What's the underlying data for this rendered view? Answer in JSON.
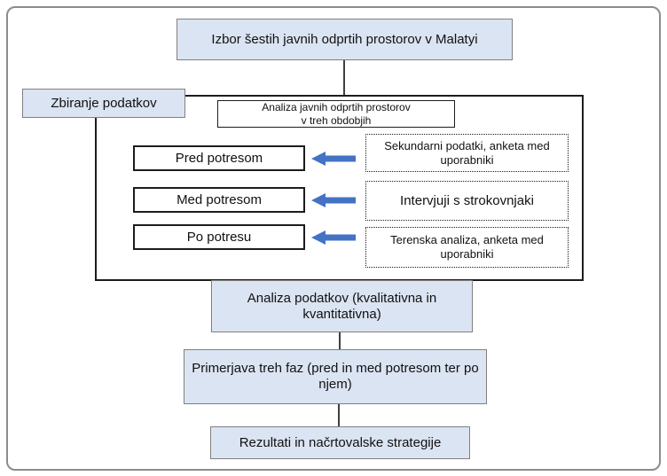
{
  "colors": {
    "box_fill": "#dbe4f2",
    "box_border": "#808080",
    "white_box_border": "#1c1c1c",
    "arrow": "#4472c4",
    "connector": "#404040",
    "page_border": "#8c8c8c"
  },
  "flowchart": {
    "top_box": "Izbor šestih javnih odprtih prostorov v Malatyi",
    "data_collection_label": "Zbiranje podatkov",
    "container_header_line1": "Analiza javnih odprtih prostorov",
    "container_header_line2": "v treh obdobjih",
    "phases": [
      {
        "label": "Pred potresom",
        "method": "Sekundarni podatki, anketa med uporabniki"
      },
      {
        "label": "Med potresom",
        "method": "Intervjuji s strokovnjaki"
      },
      {
        "label": "Po potresu",
        "method": "Terenska analiza, anketa med uporabniki"
      }
    ],
    "analysis_box": "Analiza podatkov (kvalitativna in kvantitativna)",
    "comparison_box": "Primerjava treh faz (pred in med potresom ter po njem)",
    "results_box": "Rezultati in načrtovalske strategije"
  }
}
